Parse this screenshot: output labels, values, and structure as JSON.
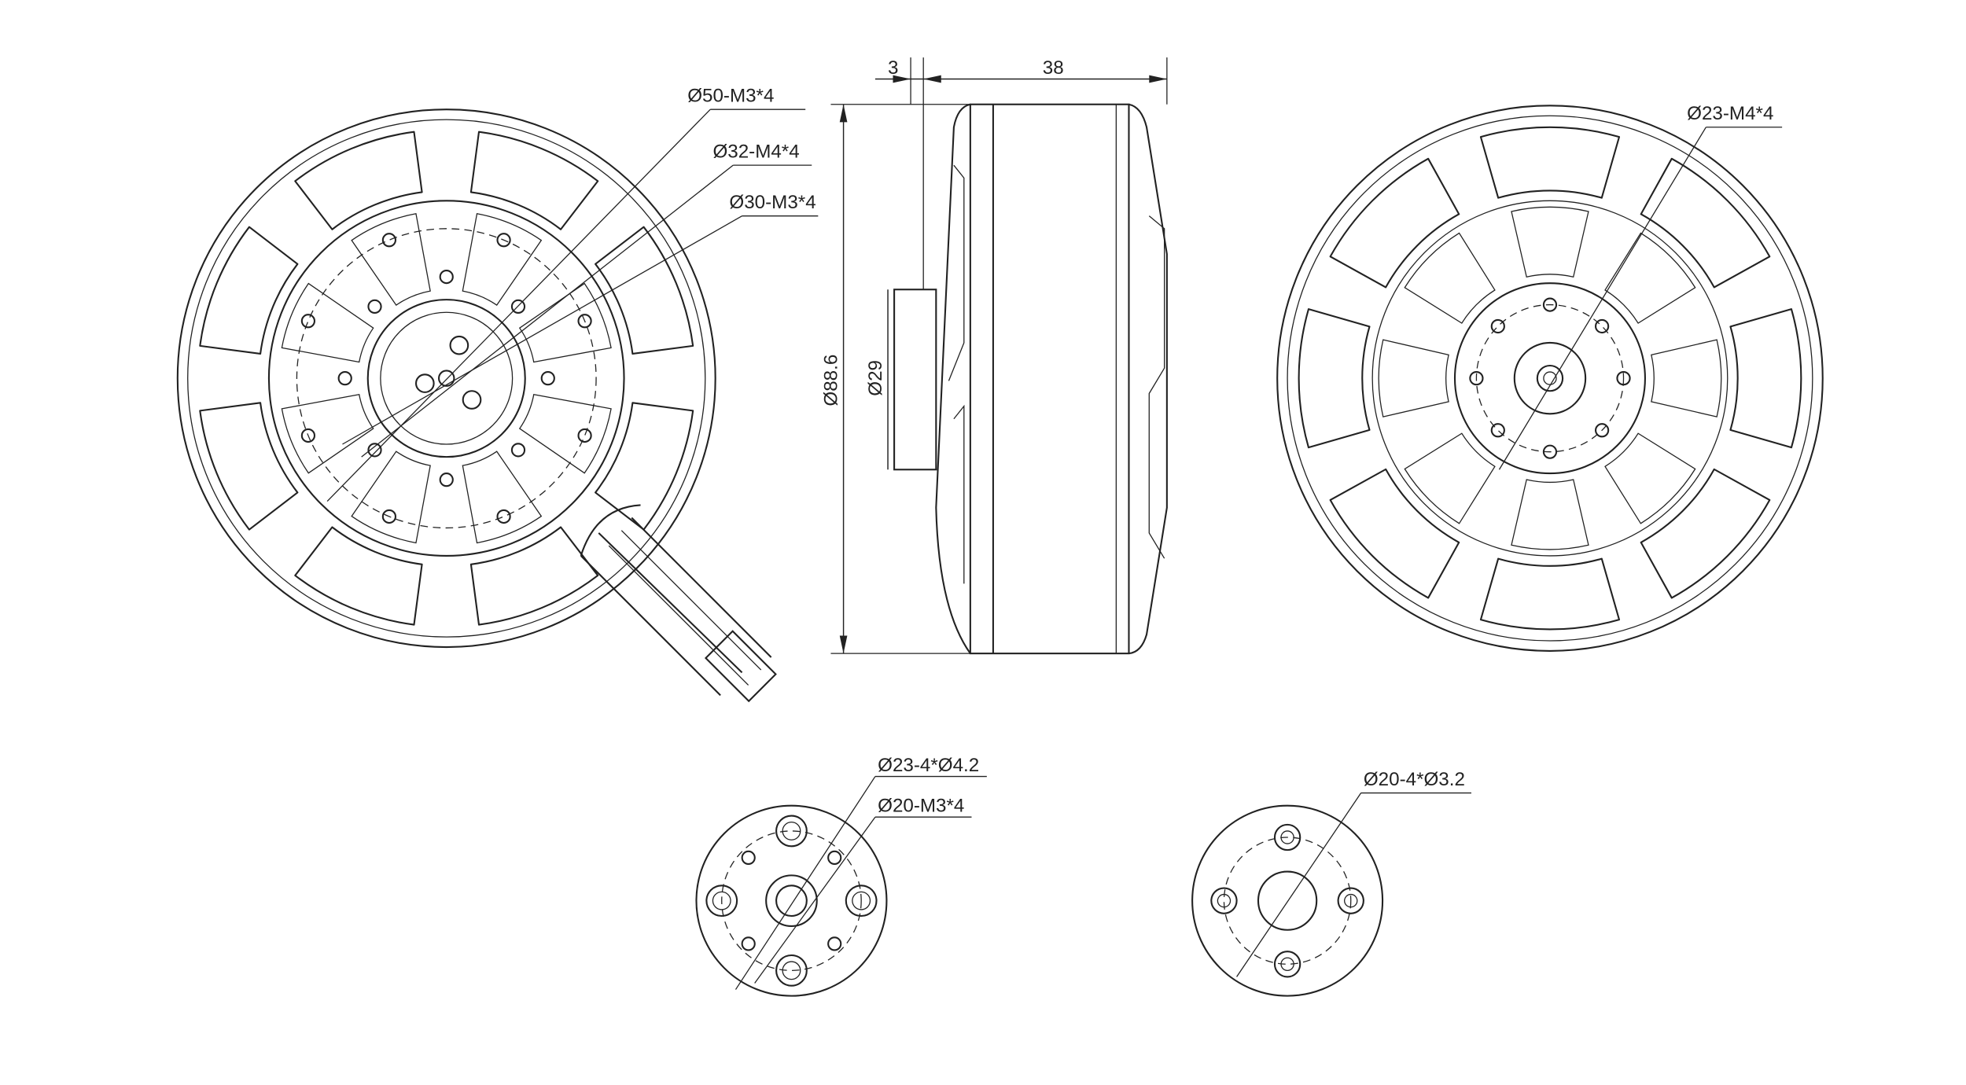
{
  "drawing": {
    "front_view": {
      "labels": [
        "Ø50-M3*4",
        "Ø32-M4*4",
        "Ø30-M3*4"
      ]
    },
    "side_view": {
      "width_label": "38",
      "shaft_label": "3",
      "height_label": "Ø88.6",
      "shaft_diameter_label": "Ø29"
    },
    "rear_view": {
      "label": "Ø23-M4*4"
    },
    "shaft_adapter_view": {
      "labels": [
        "Ø23-4*Ø4.2",
        "Ø20-M3*4"
      ]
    },
    "mount_plate_view": {
      "label": "Ø20-4*Ø3.2"
    },
    "line_color": "#222222"
  }
}
